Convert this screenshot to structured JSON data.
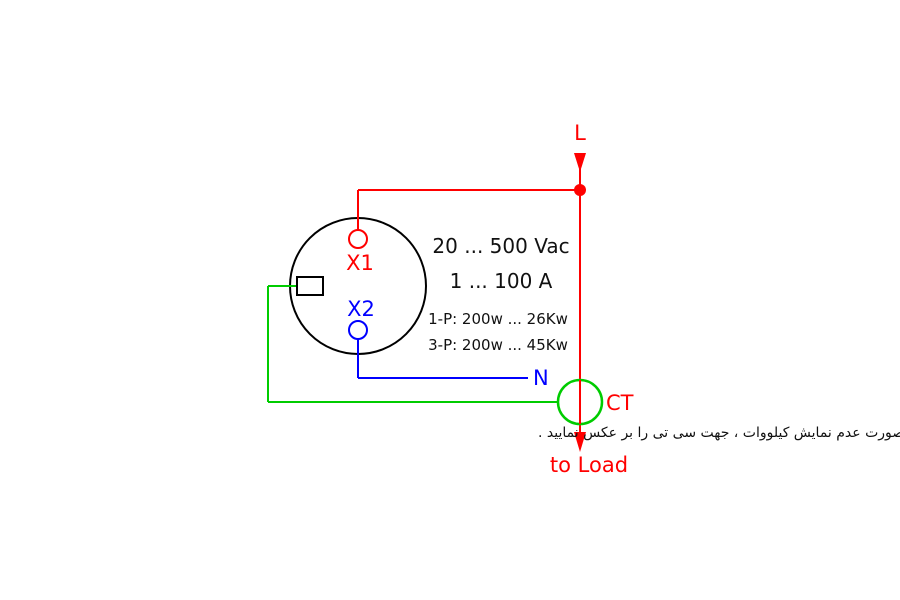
{
  "labels": {
    "line": "L",
    "neutral": "N",
    "x1": "X1",
    "x2": "X2",
    "ct": "CT",
    "to_load": "to Load"
  },
  "specs": {
    "voltage": "20 ... 500 Vac",
    "current": "1 ... 100 A",
    "power_1p": "1-P: 200w ... 26Kw",
    "power_3p": "3-P: 200w ... 45Kw"
  },
  "note": "نکته: درصورت عدم نمایش کیلووات ، جهت سی تی را بر عکس نمایید .",
  "colors": {
    "line": "#ff0000",
    "neutral": "#0000ff",
    "ct_sense": "#00cc00",
    "body": "#000000"
  }
}
